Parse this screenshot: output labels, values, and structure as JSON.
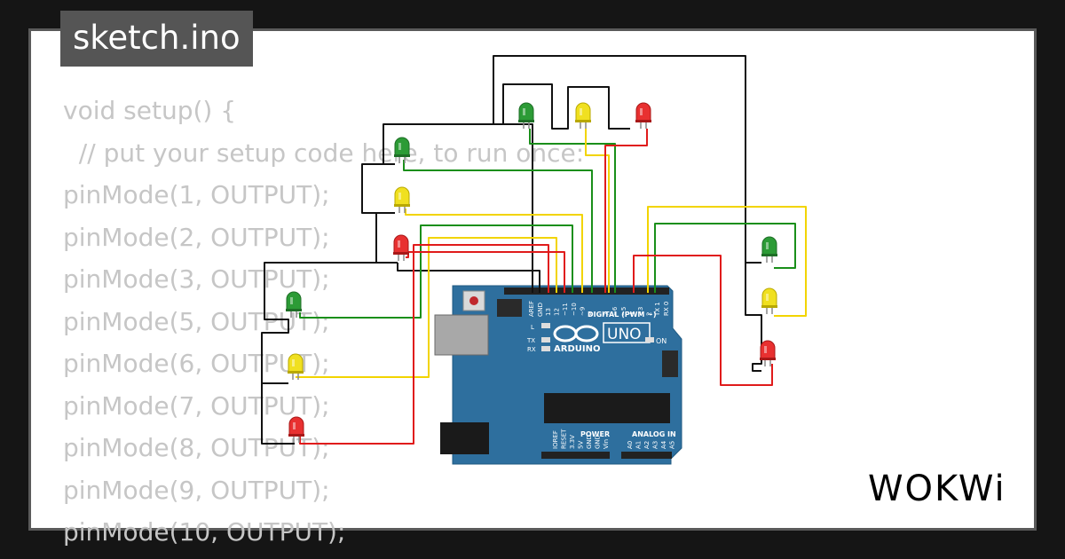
{
  "file_tab": {
    "title": "sketch.ino"
  },
  "code_lines": [
    "void setup() {",
    "  // put your setup code here, to run once:",
    "pinMode(1, OUTPUT);",
    "pinMode(2, OUTPUT);",
    "pinMode(3, OUTPUT);",
    "pinMode(5, OUTPUT);",
    "pinMode(6, OUTPUT);",
    "pinMode(7, OUTPUT);",
    "pinMode(8, OUTPUT);",
    "pinMode(9, OUTPUT);",
    "pinMode(10, OUTPUT);"
  ],
  "board": {
    "logo_text": "ARDUINO",
    "model": "UNO",
    "digital_header_label": "DIGITAL (PWM ~)",
    "power_label": "POWER",
    "analog_label": "ANALOG IN",
    "on_label": "ON",
    "l_label": "L",
    "tx_label": "TX",
    "rx_label": "RX",
    "aref_label": "AREF",
    "gnd_label": "GND",
    "digital_pins": [
      "13",
      "12",
      "~11",
      "~10",
      "~9",
      "8",
      "7",
      "~6",
      "~5",
      "4",
      "~3",
      "2",
      "TX 1",
      "RX 0"
    ],
    "power_pins": [
      "IOREF",
      "RESET",
      "3.3V",
      "5V",
      "GND",
      "GND",
      "Vin"
    ],
    "analog_pins": [
      "A0",
      "A1",
      "A2",
      "A3",
      "A4",
      "A5"
    ]
  },
  "branding": {
    "wokwi": "WOKWi"
  },
  "colors": {
    "background": "#151515",
    "card": "#ffffff",
    "tab": "#555555",
    "code_text": "#c6c6c6",
    "board_blue": "#2e6f9e",
    "wire_green": "#1a8f1a",
    "wire_yellow": "#f2d400",
    "wire_red": "#e01b1b",
    "wire_black": "#111111"
  }
}
